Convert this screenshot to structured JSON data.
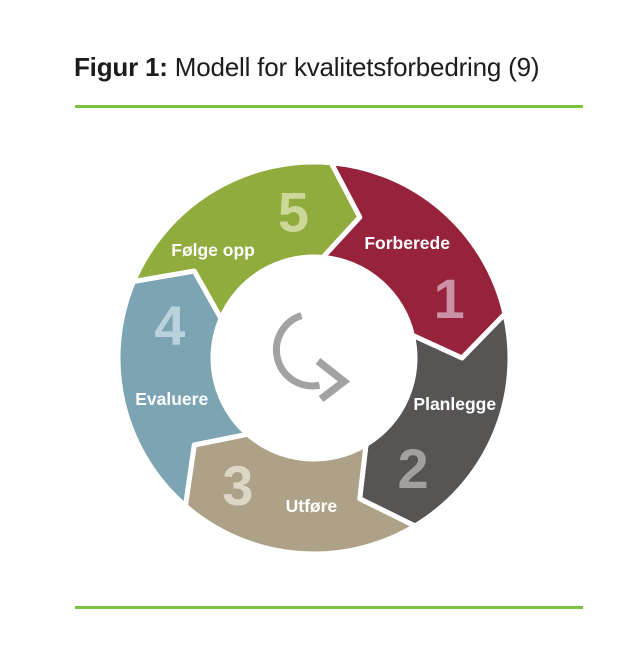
{
  "figure": {
    "caption_prefix": "Figur 1:",
    "caption_text": " Modell for kvalitetsforbedring (9)",
    "divider_color": "#7cc142"
  },
  "diagram": {
    "type": "cycle",
    "label_color": "#ffffff",
    "center_icon": "counterclockwise-cycle-arrow",
    "center_arrow_color": "#a2a2a2",
    "segments": [
      {
        "number": "1",
        "label": "Forberede",
        "color": "#96223c",
        "number_color": "#ca92a4"
      },
      {
        "number": "2",
        "label": "Planlegge",
        "color": "#575554",
        "number_color": "#a2a09f"
      },
      {
        "number": "3",
        "label": "Utføre",
        "color": "#ada287",
        "number_color": "#ddd6c6"
      },
      {
        "number": "4",
        "label": "Evaluere",
        "color": "#7ca4b3",
        "number_color": "#b9d2dc"
      },
      {
        "number": "5",
        "label": "Følge opp",
        "color": "#8fac3c",
        "number_color": "#ccd79a"
      }
    ]
  }
}
